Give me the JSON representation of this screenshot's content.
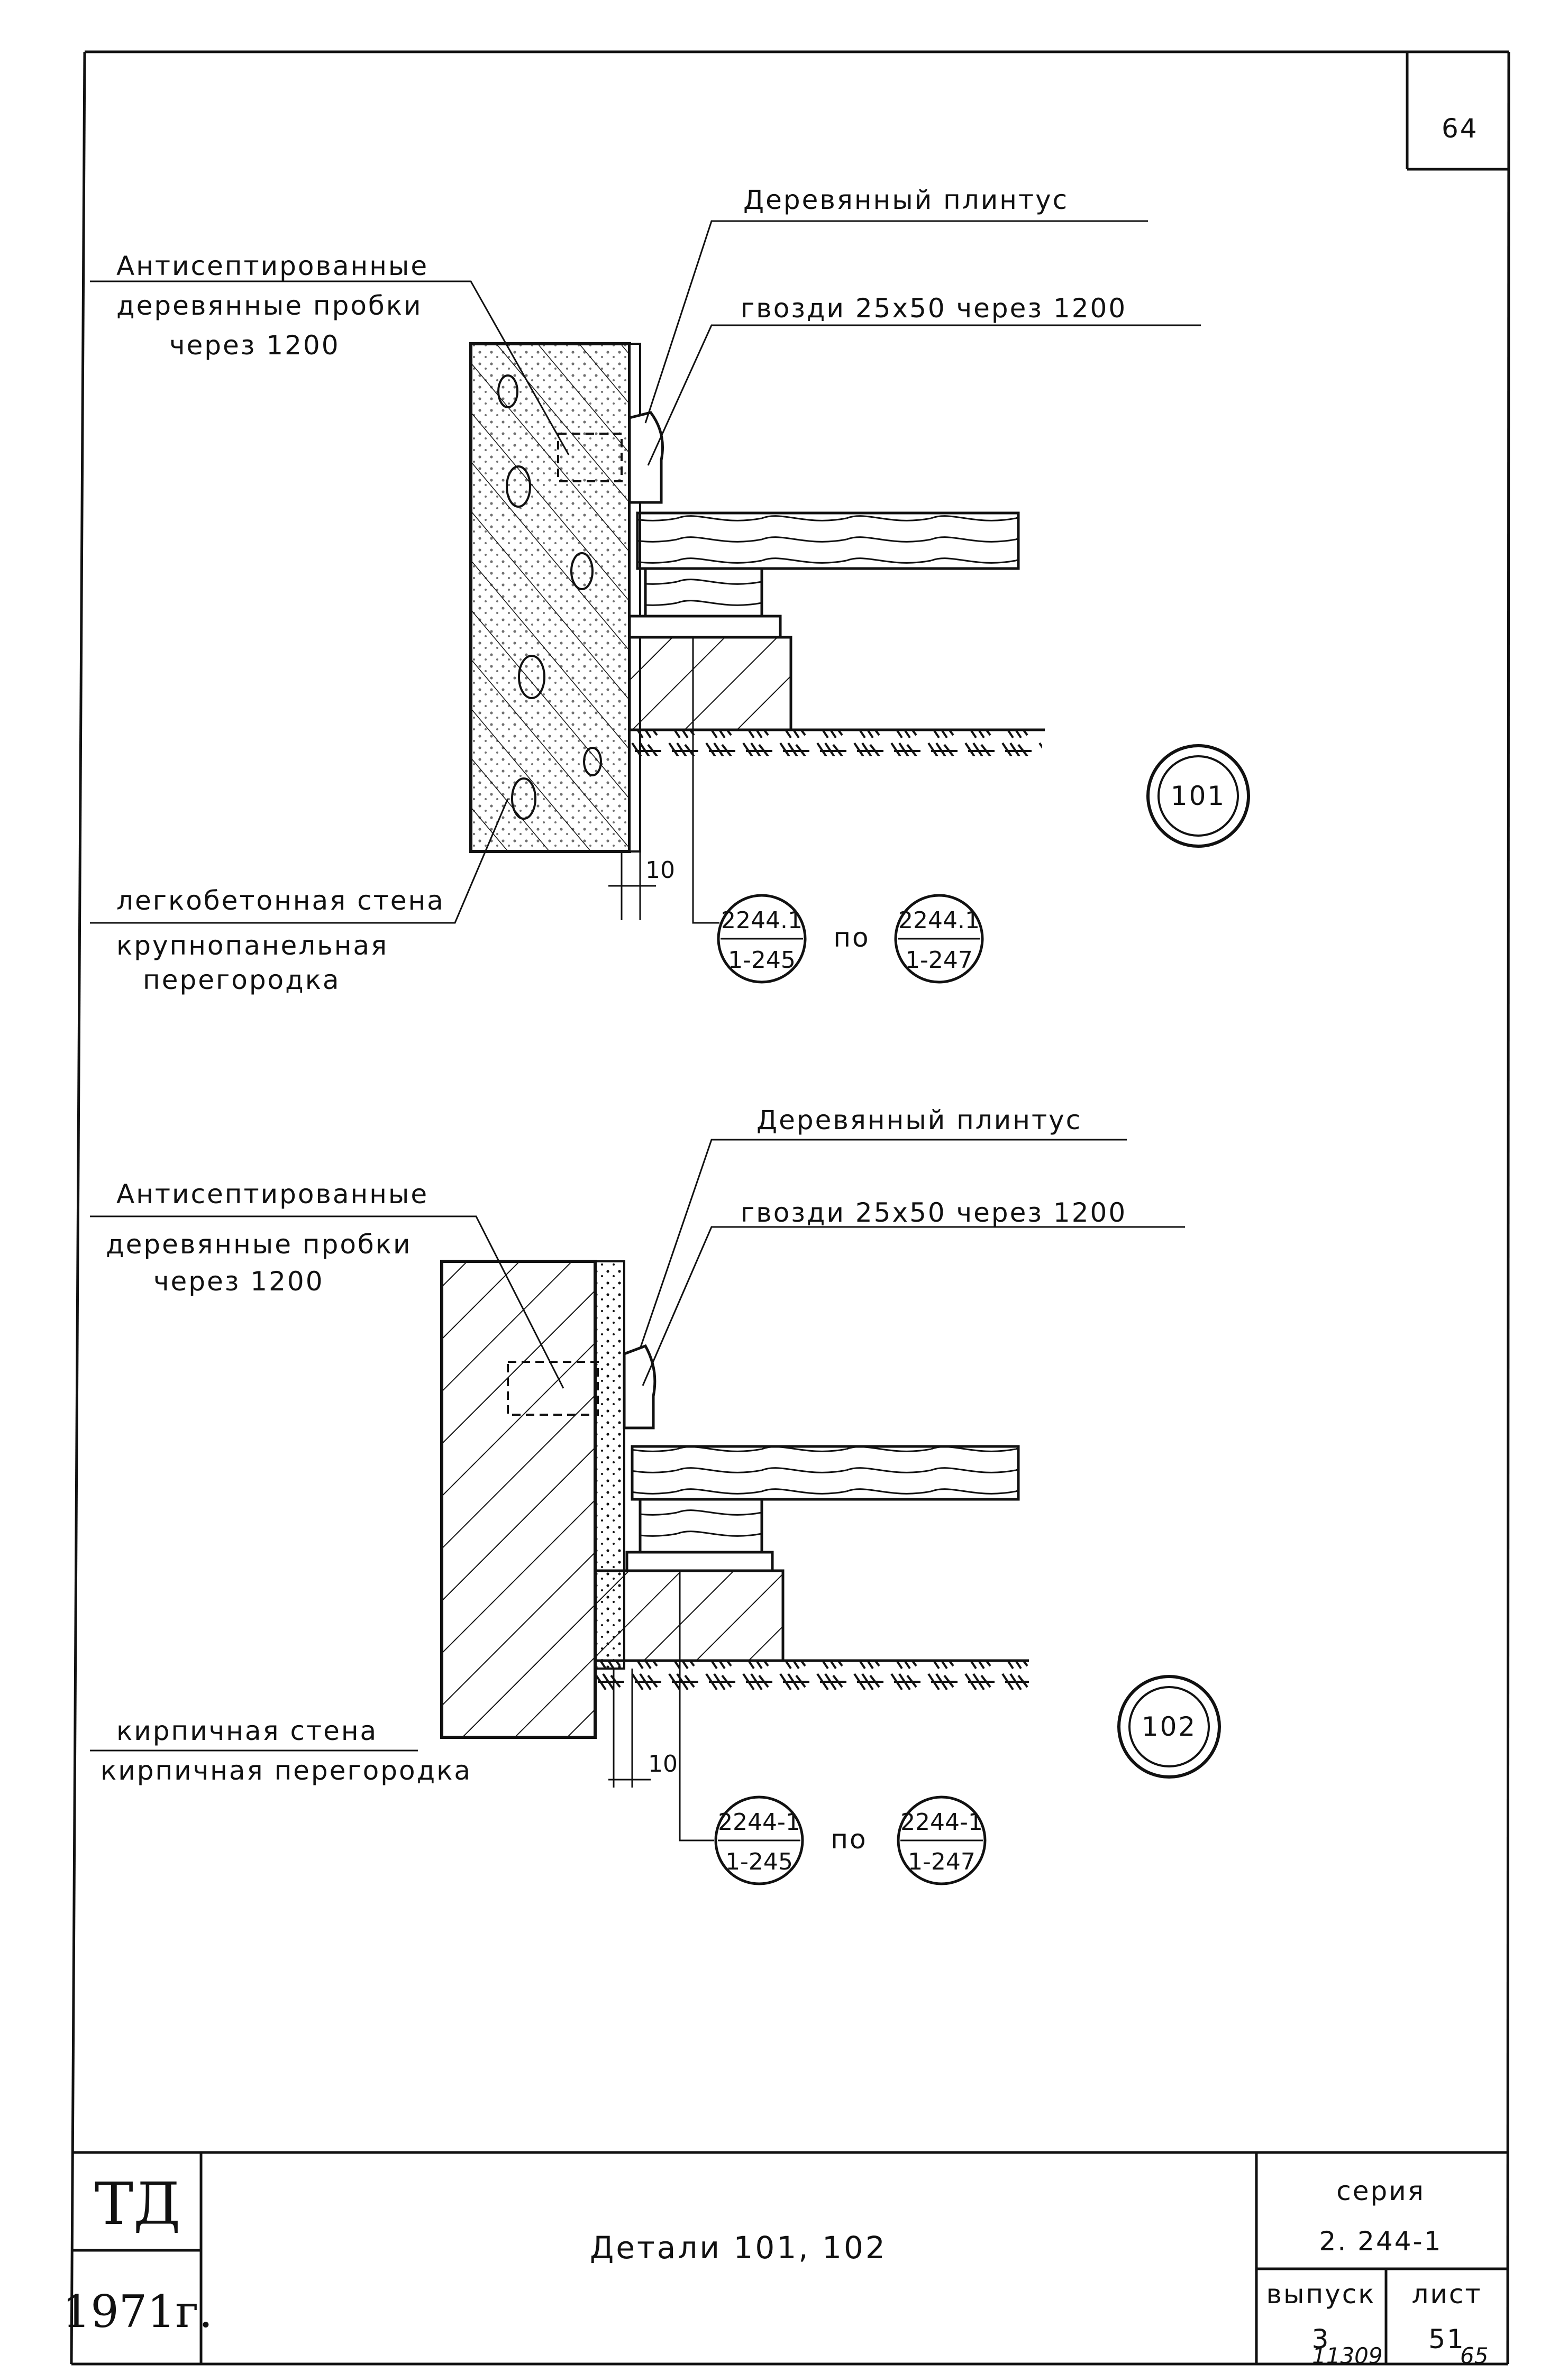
{
  "sheet": {
    "page_number": "64",
    "bottom_note_left": "11309",
    "bottom_note_right": "65"
  },
  "detail_101": {
    "label_plinth": "Деревянный плинтус",
    "label_nails": "гвозди 25x50 через 1200",
    "label_plugs_1": "Антисептированные",
    "label_plugs_2": "деревянные пробки",
    "label_plugs_3": "через 1200",
    "label_wall_1": "легкобетонная стена",
    "label_wall_2": "крупнопанельная",
    "label_wall_3": "перегородка",
    "dimension": "10",
    "marker": "101",
    "ref_a_top": "2244.1",
    "ref_a_bottom": "1-245",
    "ref_sep": "по",
    "ref_b_top": "2244.1",
    "ref_b_bottom": "1-247"
  },
  "detail_102": {
    "label_plinth": "Деревянный плинтус",
    "label_nails": "гвозди 25x50 через 1200",
    "label_plugs_1": "Антисептированные",
    "label_plugs_2": "деревянные пробки",
    "label_plugs_3": "через 1200",
    "label_wall_1": "кирпичная стена",
    "label_wall_2": "кирпичная перегородка",
    "dimension": "10",
    "marker": "102",
    "ref_a_top": "2244-1",
    "ref_a_bottom": "1-245",
    "ref_sep": "по",
    "ref_b_top": "2244-1",
    "ref_b_bottom": "1-247"
  },
  "title_block": {
    "org": "ТД",
    "year": "1971г.",
    "title": "Детали 101, 102",
    "series_label": "серия",
    "series_value": "2. 244-1",
    "issue_label": "выпуск",
    "issue_value": "3",
    "sheet_label": "лист",
    "sheet_value": "51"
  }
}
